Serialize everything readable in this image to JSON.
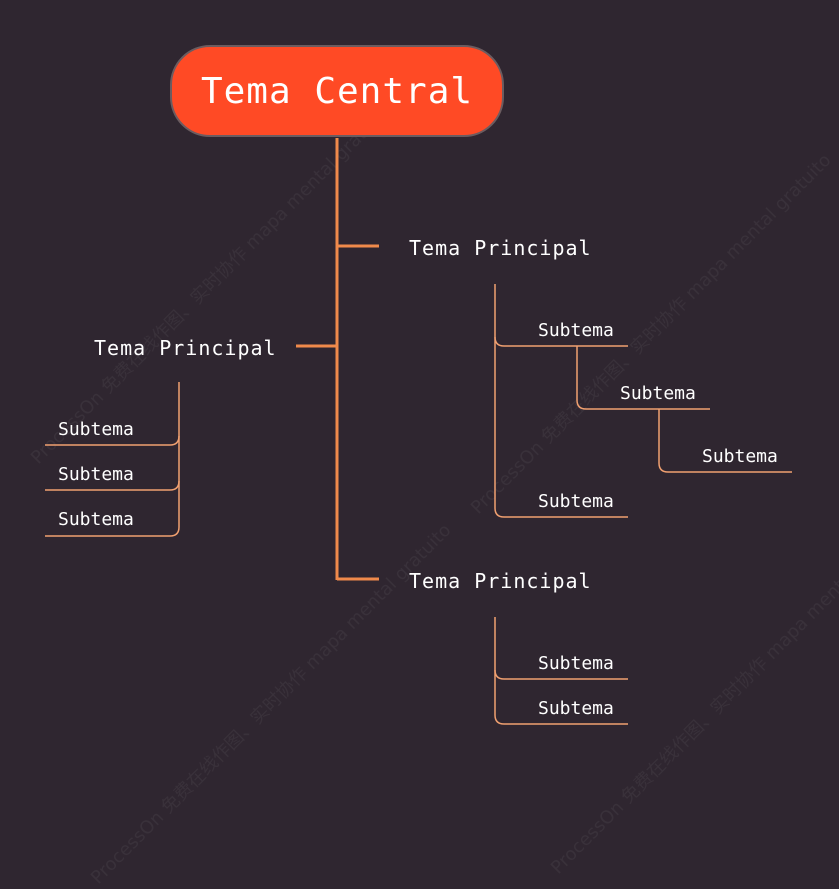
{
  "diagram": {
    "central_topic": "Tema Central",
    "main_topics": [
      {
        "label": "Tema Principal",
        "subtopics": [
          {
            "label": "Subtema",
            "children": [
              {
                "label": "Subtema",
                "children": [
                  {
                    "label": "Subtema"
                  }
                ]
              }
            ]
          },
          {
            "label": "Subtema"
          }
        ]
      },
      {
        "label": "Tema Principal",
        "subtopics": [
          {
            "label": "Subtema"
          },
          {
            "label": "Subtema"
          },
          {
            "label": "Subtema"
          }
        ]
      },
      {
        "label": "Tema Principal",
        "subtopics": [
          {
            "label": "Subtema"
          },
          {
            "label": "Subtema"
          }
        ]
      }
    ]
  },
  "colors": {
    "background": "#2f2630",
    "central_fill": "#ff4a25",
    "central_border": "#6b5c60",
    "connector_main": "#f08a4b",
    "connector_sub": "#f0a070",
    "text": "#ffffff"
  },
  "watermark": {
    "text": "ProcessOn 免费在线作图、实时协作 mapa mental gratuito"
  }
}
